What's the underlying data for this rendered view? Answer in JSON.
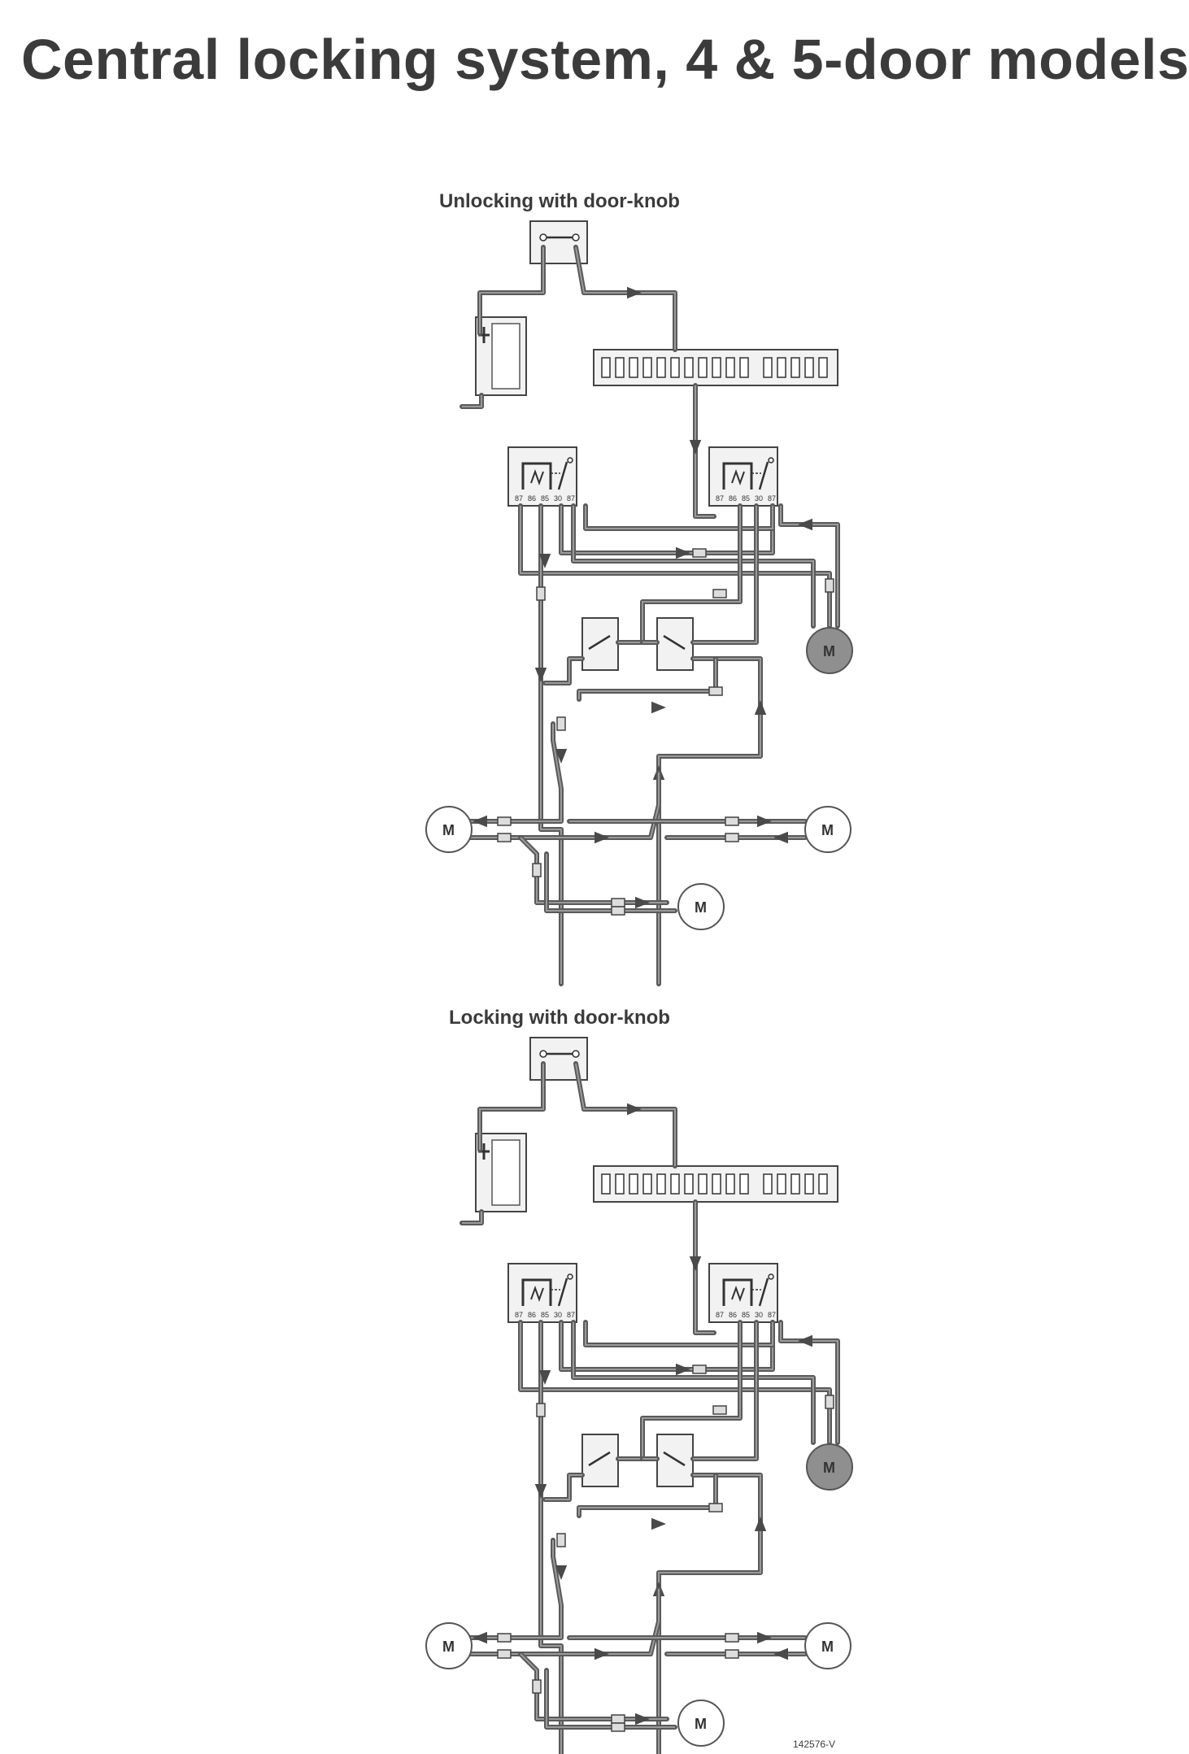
{
  "page": {
    "title": "Central locking system, 4 & 5-door models",
    "reference": "142576-V"
  },
  "diagrams": [
    {
      "id": "unlock",
      "title": "Unlocking with door-knob",
      "relay_terminals": [
        "87",
        "86",
        "85",
        "30",
        "87"
      ],
      "motor_label": "M",
      "driver_motor_shaded": true
    },
    {
      "id": "lock",
      "title": "Locking with door-knob",
      "relay_terminals": [
        "87",
        "86",
        "85",
        "30",
        "87"
      ],
      "motor_label": "M",
      "driver_motor_shaded": true
    }
  ],
  "colors": {
    "wire": "#5a5a5a",
    "text": "#3b3b3b",
    "motor_shade": "#8f8f8f",
    "box_fill": "#f2f2f2"
  }
}
